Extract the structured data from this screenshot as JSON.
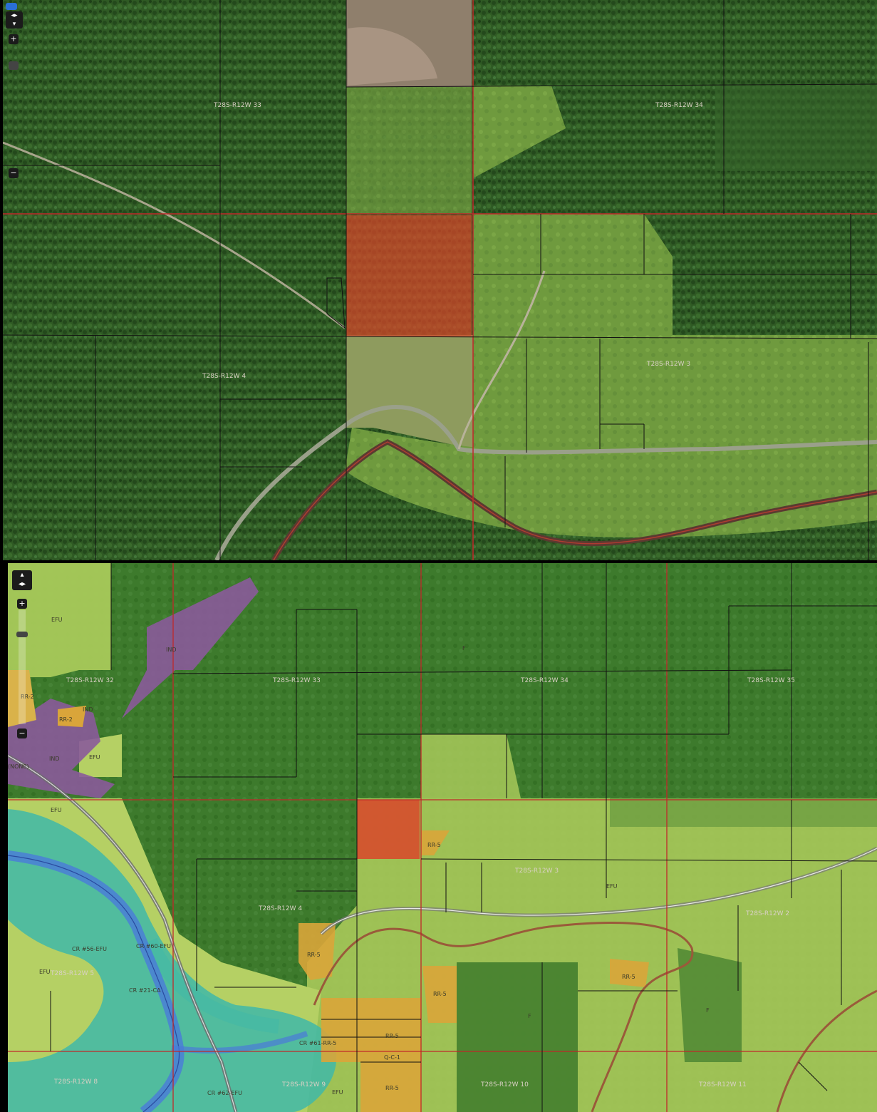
{
  "satellite_map": {
    "section_labels": [
      "T28S-R12W 33",
      "T28S-R12W 34",
      "T28S-R12W 4",
      "T28S-R12W 3"
    ],
    "controls": {
      "zoom_in": "+",
      "zoom_out": "−"
    }
  },
  "zoning_map": {
    "section_labels": [
      "T28S-R12W 32",
      "T28S-R12W 33",
      "T28S-R12W 34",
      "T28S-R12W 35",
      "T28S-R12W 4",
      "T28S-R12W 3",
      "T28S-R12W 2",
      "T28S-R12W 5",
      "T28S-R12W 8",
      "T28S-R12W 9",
      "T28S-R12W 10",
      "T28S-R12W 11"
    ],
    "zone_labels": [
      "EFU",
      "IND",
      "RR-2",
      "RR-2",
      "IND",
      "(NONE)",
      "IND",
      "EFU",
      "EFU",
      "F",
      "RR-5",
      "EFU",
      "CR #56-EFU",
      "CR #60-EFU",
      "EFU",
      "CR #21-CA",
      "RR-5",
      "RR-5",
      "RR-5",
      "RR-5",
      "CR #61-RR-5",
      "Q-C-1",
      "RR-5",
      "EFU",
      "CR #62-EFU",
      "F",
      "F"
    ],
    "controls": {
      "zoom_in": "+",
      "zoom_out": "−"
    }
  },
  "colors": {
    "selected_parcel": "#d9452a",
    "forest_zone": "#3f7a2e",
    "efu_zone": "#a8c95a",
    "industrial_zone": "#8a5a9a",
    "rural_residential_zone": "#d9a53a",
    "coastal_zone": "#3fb8a8",
    "river": "#4a7ad9",
    "section_line": "#c0282a"
  }
}
